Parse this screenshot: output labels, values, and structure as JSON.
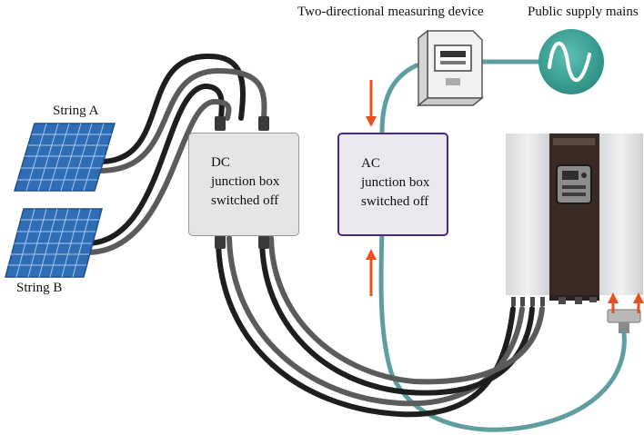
{
  "labels": {
    "measuring_device": "Two-directional measuring device",
    "public_supply": "Public supply mains",
    "string_a": "String A",
    "string_b": "String B"
  },
  "dc_box": {
    "line1": "DC",
    "line2": "junction box",
    "line3": "switched off"
  },
  "ac_box": {
    "line1": "AC",
    "line2": "junction box",
    "line3": "switched off"
  },
  "colors": {
    "ac_cable": "#5f9ea0",
    "dc_cable_dark": "#1e1e1e",
    "dc_cable_grey": "#5b5b5b",
    "arrow": "#e8501e",
    "dc_box_border": "#999999",
    "ac_box_border": "#4a2a7a",
    "solar_cell": "#2f6db5",
    "mains_circle": "#3a9e92"
  },
  "icons": {
    "meter": "electricity-meter-icon",
    "mains": "sine-wave-icon",
    "inverter": "inverter-icon",
    "solar": "solar-panel-icon"
  }
}
